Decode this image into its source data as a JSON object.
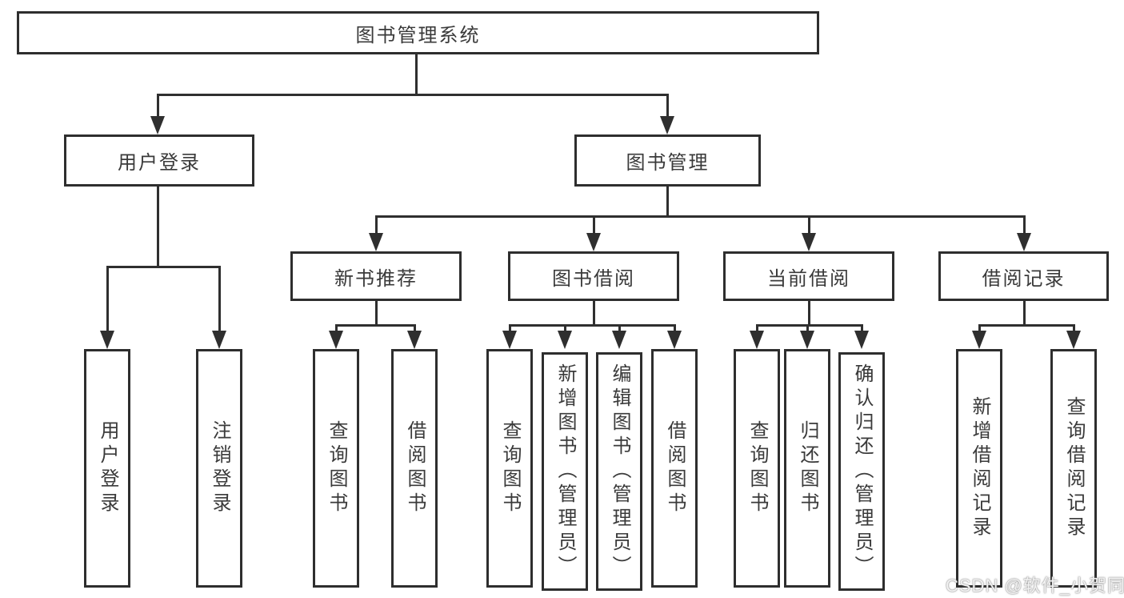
{
  "tree": {
    "root": "图书管理系统",
    "branches": [
      {
        "label": "用户登录",
        "children": [
          "用户登录",
          "注销登录"
        ]
      },
      {
        "label": "图书管理",
        "sections": [
          {
            "label": "新书推荐",
            "children": [
              "查询图书",
              "借阅图书"
            ]
          },
          {
            "label": "图书借阅",
            "children": [
              "查询图书",
              "新增图书（管理员）",
              "编辑图书（管理员）",
              "借阅图书"
            ]
          },
          {
            "label": "当前借阅",
            "children": [
              "查询图书",
              "归还图书",
              "确认归还（管理员）"
            ]
          },
          {
            "label": "借阅记录",
            "children": [
              "新增借阅记录",
              "查询借阅记录"
            ]
          }
        ]
      }
    ]
  },
  "watermark": {
    "text": "CSDN @软件_小贺同学"
  },
  "colors": {
    "line": "#2f2f2f",
    "border": "#2e2e2e",
    "text": "#3a3a3a",
    "background": "#ffffff",
    "watermark": "#f2f2f2"
  }
}
